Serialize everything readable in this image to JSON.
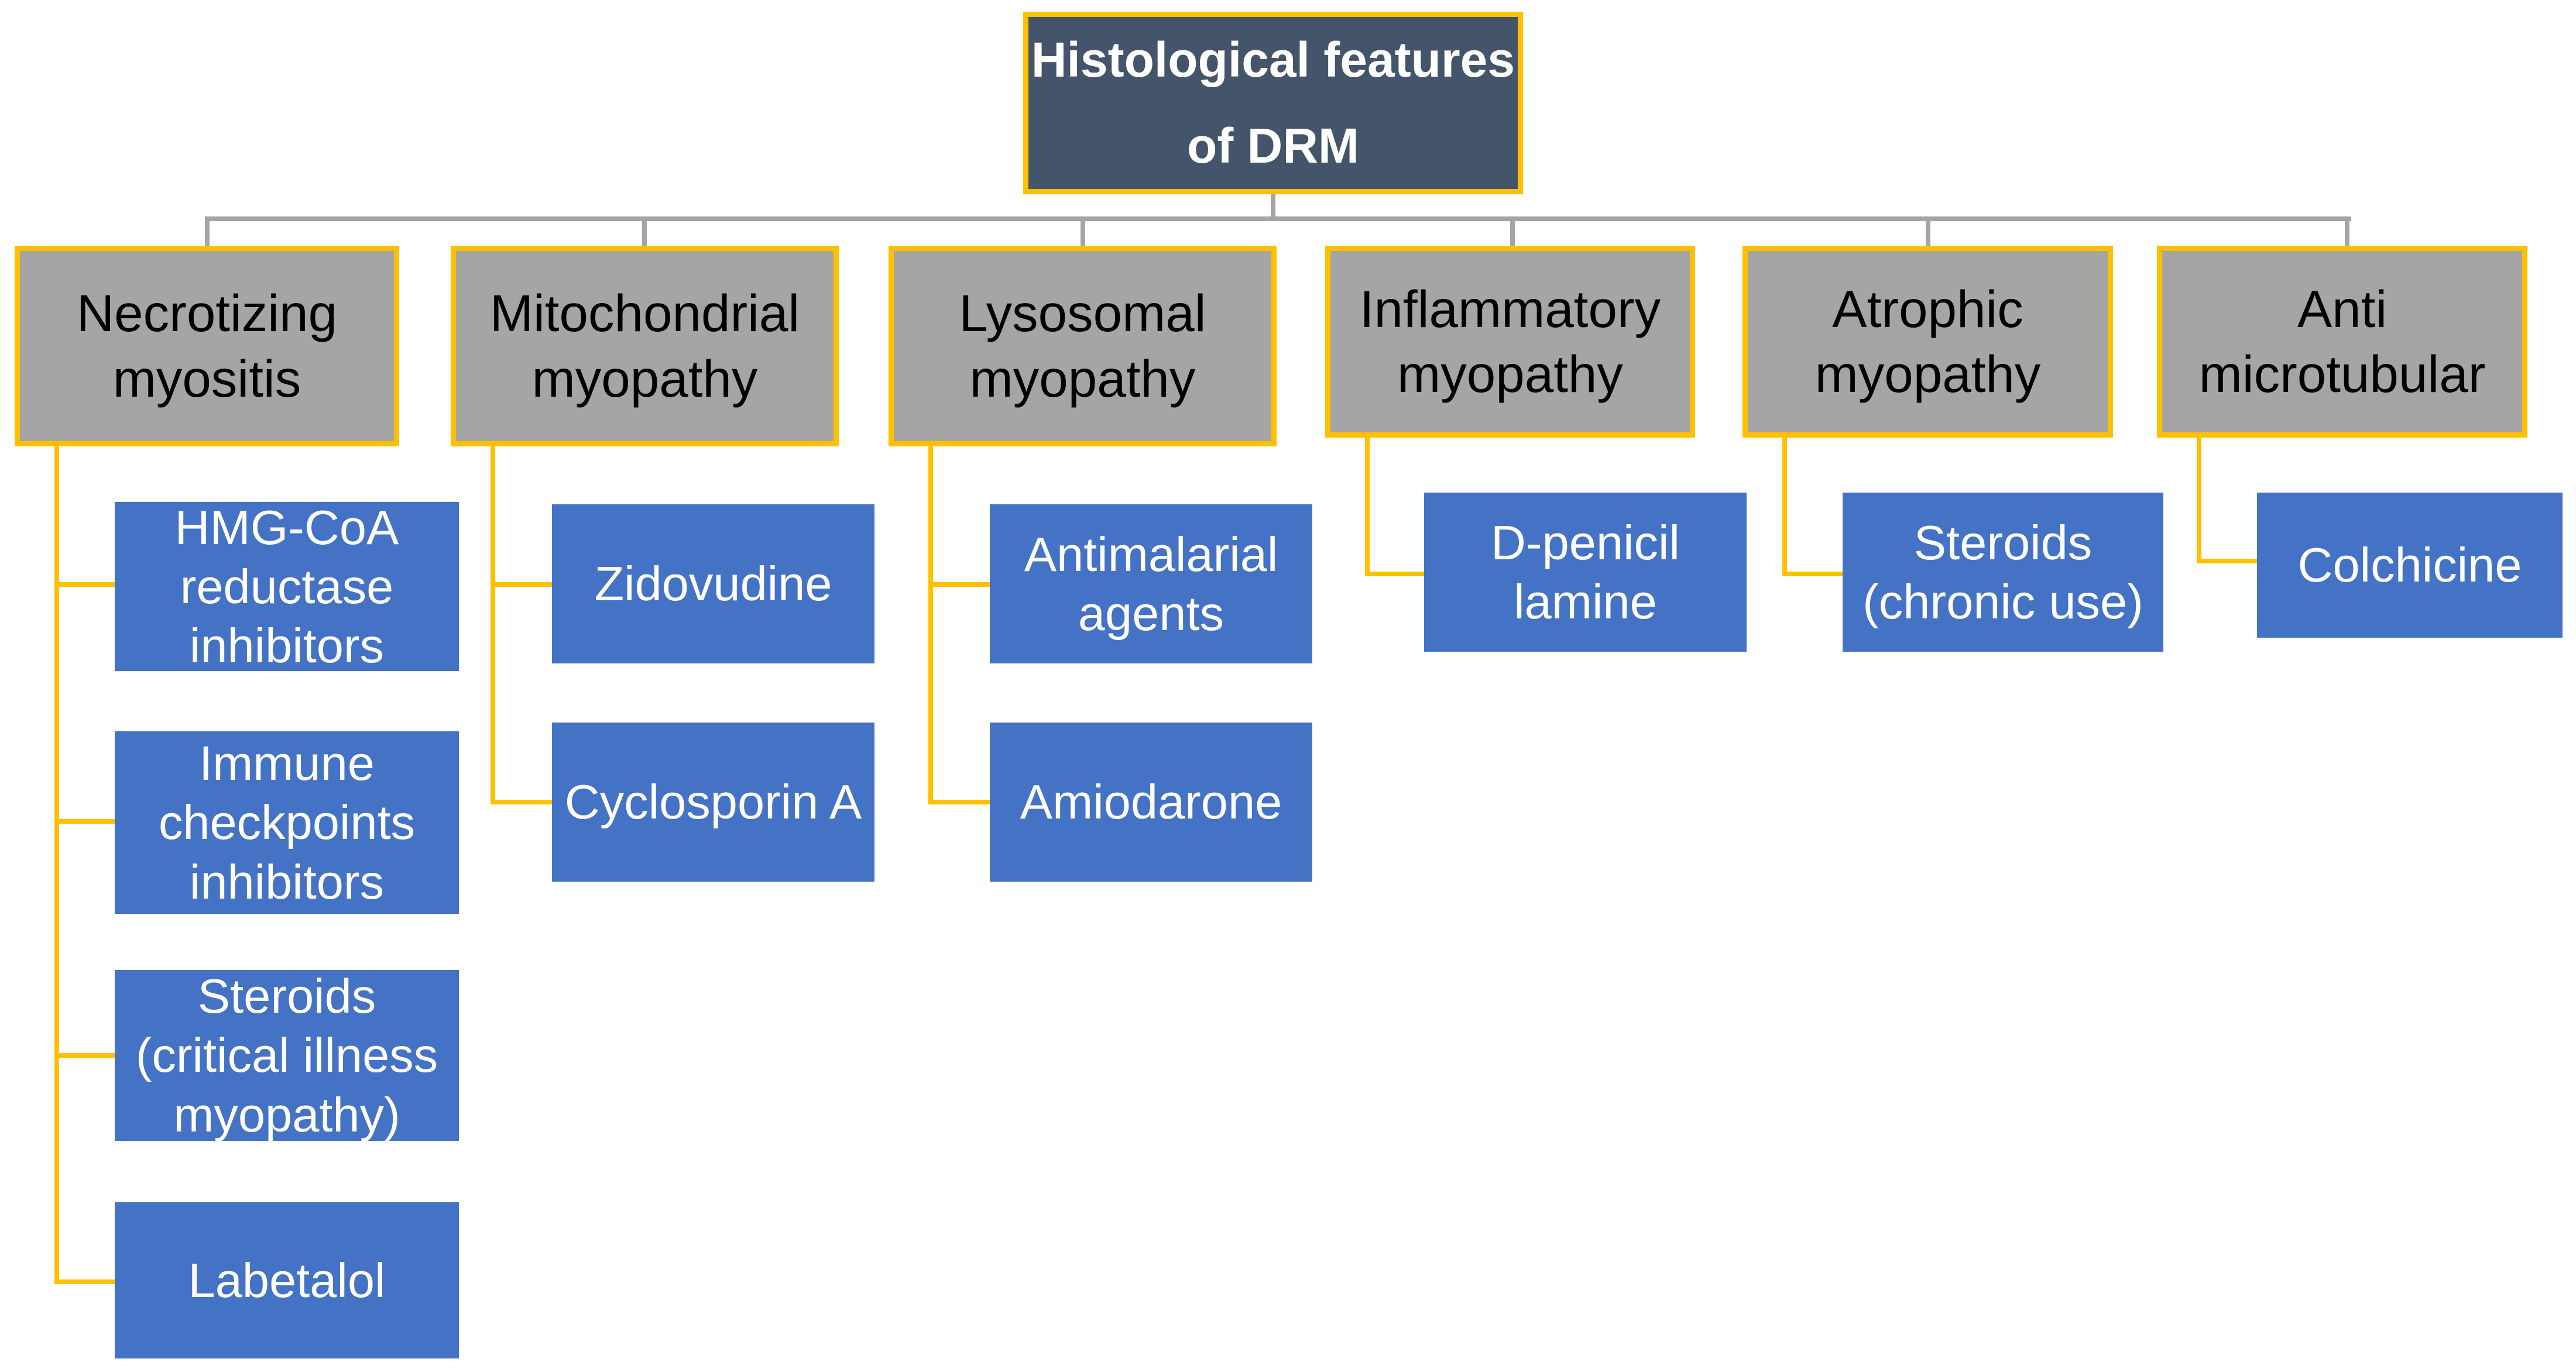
{
  "root": {
    "title": "Histological features of DRM"
  },
  "categories": [
    {
      "label": "Necrotizing myositis",
      "drugs": [
        "HMG-CoA reductase inhibitors",
        "Immune checkpoints inhibitors",
        "Steroids (critical illness myopathy)",
        "Labetalol"
      ]
    },
    {
      "label": "Mitochondrial myopathy",
      "drugs": [
        "Zidovudine",
        "Cyclosporin A"
      ]
    },
    {
      "label": "Lysosomal myopathy",
      "drugs": [
        "Antimalarial agents",
        "Amiodarone"
      ]
    },
    {
      "label": "Inflammatory myopathy",
      "drugs": [
        "D-penicillamine"
      ]
    },
    {
      "label": "Atrophic myopathy",
      "drugs": [
        "Steroids (chronic use)"
      ]
    },
    {
      "label": "Anti microtubular",
      "drugs": [
        "Colchicine"
      ]
    }
  ],
  "colors": {
    "root_fill": "#44546a",
    "category_fill": "#a5a5a5",
    "drug_fill": "#4472c4",
    "border_accent": "#ffc000",
    "root_connector": "#a5a5a5",
    "drug_connector": "#ffc000"
  }
}
